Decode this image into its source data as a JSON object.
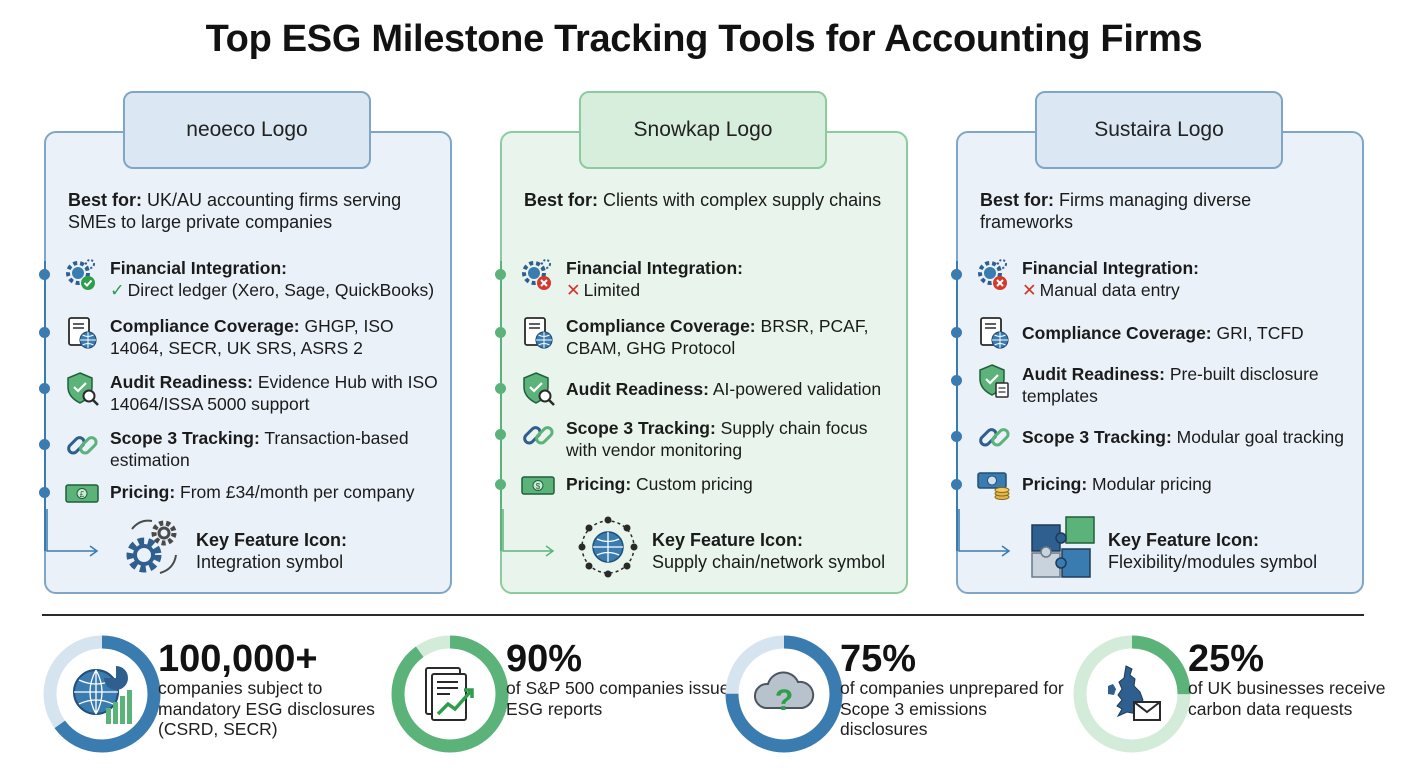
{
  "title": "Top ESG Milestone Tracking Tools for Accounting Firms",
  "colors": {
    "blue_accent": "#3a7bb0",
    "green_accent": "#5cb37a",
    "card_blue_bg": "#eaf1f8",
    "card_green_bg": "#e9f5ec",
    "check": "#2e9e4a",
    "cross": "#d23a2e"
  },
  "tools": [
    {
      "logo": "neoeco Logo",
      "best_for_label": "Best for:",
      "best_for": "UK/AU accounting firms serving SMEs to large private companies",
      "rows": [
        {
          "icon": "gear-check-icon",
          "label": "Financial Integration:",
          "mark": "✓",
          "mark_type": "check",
          "value": "Direct ledger (Xero, Sage, QuickBooks)"
        },
        {
          "icon": "document-globe-icon",
          "label": "Compliance Coverage:",
          "value": "GHGP, ISO 14064, SECR, UK SRS, ASRS 2"
        },
        {
          "icon": "shield-search-icon",
          "label": "Audit Readiness:",
          "value": "Evidence Hub with ISO 14064/ISSA 5000 support"
        },
        {
          "icon": "chain-link-icon",
          "label": "Scope 3 Tracking:",
          "value": "Transaction-based estimation"
        },
        {
          "icon": "money-icon",
          "label": "Pricing:",
          "value": "From £34/month per company"
        }
      ],
      "key_label": "Key Feature Icon:",
      "key_value": "Integration symbol",
      "key_icon": "gears-integration-icon"
    },
    {
      "logo": "Snowkap Logo",
      "best_for_label": "Best for:",
      "best_for": "Clients with complex supply chains",
      "rows": [
        {
          "icon": "gear-cross-icon",
          "label": "Financial Integration:",
          "mark": "✕",
          "mark_type": "cross",
          "value": "Limited"
        },
        {
          "icon": "document-globe-icon",
          "label": "Compliance Coverage:",
          "value": "BRSR, PCAF, CBAM, GHG Protocol"
        },
        {
          "icon": "shield-search-icon",
          "label": "Audit Readiness:",
          "value": "AI-powered validation"
        },
        {
          "icon": "chain-link-icon",
          "label": "Scope 3 Tracking:",
          "value": "Supply chain focus with vendor monitoring"
        },
        {
          "icon": "money-icon",
          "label": "Pricing:",
          "value": "Custom pricing"
        }
      ],
      "key_label": "Key Feature Icon:",
      "key_value": "Supply chain/network symbol",
      "key_icon": "globe-network-icon"
    },
    {
      "logo": "Sustaira Logo",
      "best_for_label": "Best for:",
      "best_for": "Firms managing diverse frameworks",
      "rows": [
        {
          "icon": "gear-cross-icon",
          "label": "Financial Integration:",
          "mark": "✕",
          "mark_type": "cross",
          "value": "Manual data entry"
        },
        {
          "icon": "document-globe-icon",
          "label": "Compliance Coverage:",
          "value": "GRI, TCFD"
        },
        {
          "icon": "shield-document-icon",
          "label": "Audit Readiness:",
          "value": "Pre-built disclosure templates"
        },
        {
          "icon": "chain-link-icon",
          "label": "Scope 3 Tracking:",
          "value": "Modular goal tracking"
        },
        {
          "icon": "money-coins-icon",
          "label": "Pricing:",
          "value": "Modular pricing"
        }
      ],
      "key_label": "Key Feature Icon:",
      "key_value": "Flexibility/modules symbol",
      "key_icon": "puzzle-icon"
    }
  ],
  "stats": [
    {
      "number": "100,000+",
      "description": "companies subject to mandatory ESG disclosures (CSRD, SECR)",
      "icon": "globe-chart-icon",
      "ring_color": "#3a7bb0",
      "ring_fill": 0.65
    },
    {
      "number": "90%",
      "description": "of S&P 500 companies issue ESG reports",
      "icon": "report-growth-icon",
      "ring_color": "#5cb37a",
      "ring_fill": 0.9
    },
    {
      "number": "75%",
      "description": "of companies unprepared for Scope 3 emissions disclosures",
      "icon": "cloud-question-icon",
      "ring_color": "#3a7bb0",
      "ring_fill": 0.75
    },
    {
      "number": "25%",
      "description": "of UK businesses receive carbon data requests",
      "icon": "uk-map-mail-icon",
      "ring_color": "#5cb37a",
      "ring_fill": 0.25
    }
  ]
}
